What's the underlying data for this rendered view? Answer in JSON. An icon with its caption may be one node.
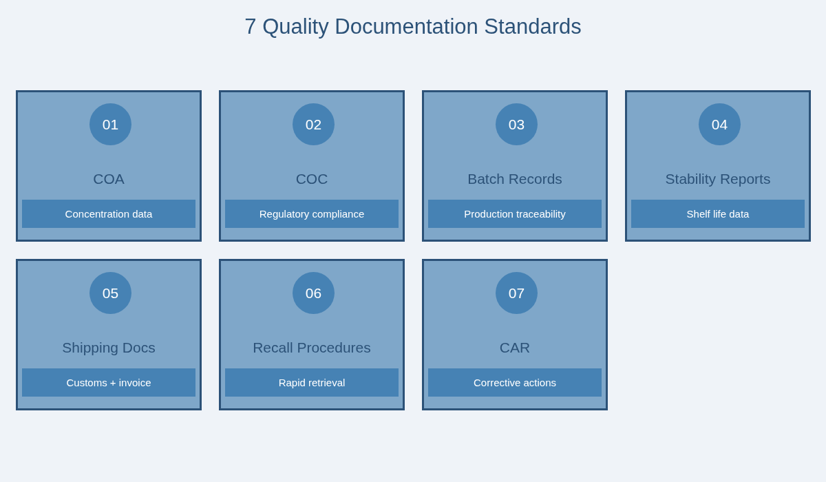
{
  "diagram": {
    "title": "7 Quality Documentation Standards",
    "nodes": [
      {
        "text": [
          "COA"
        ]
      },
      {
        "text": [
          "01"
        ],
        "in": 0
      },
      {
        "text": [
          "Concentration data"
        ],
        "in": 0
      },
      {
        "text": [
          "COC"
        ]
      },
      {
        "text": [
          "02"
        ],
        "in": 3
      },
      {
        "text": [
          "Regulatory compliance"
        ],
        "in": 3
      },
      {
        "text": [
          "Batch Records"
        ]
      },
      {
        "text": [
          "03"
        ],
        "in": 6
      },
      {
        "text": [
          "Production traceability"
        ],
        "in": 6
      },
      {
        "text": [
          "Stability Reports"
        ]
      },
      {
        "text": [
          "04"
        ],
        "in": 9
      },
      {
        "text": [
          "Shelf life data"
        ],
        "in": 9
      },
      {
        "text": [
          "Shipping Docs"
        ]
      },
      {
        "text": [
          "05"
        ],
        "in": 12
      },
      {
        "text": [
          "Customs + invoice"
        ],
        "in": 12
      },
      {
        "text": [
          "Recall Procedures"
        ]
      },
      {
        "text": [
          "06"
        ],
        "in": 15
      },
      {
        "text": [
          "Rapid retrieval"
        ],
        "in": 15
      },
      {
        "text": [
          "CAR"
        ]
      },
      {
        "text": [
          "07"
        ],
        "in": 18
      },
      {
        "text": [
          "Corrective actions"
        ],
        "in": 18
      }
    ]
  }
}
